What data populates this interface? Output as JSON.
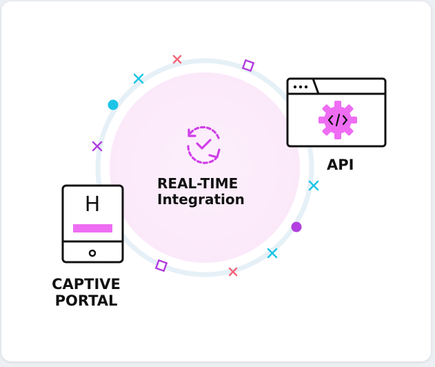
{
  "colors": {
    "ring": "#e6f0f7",
    "inner_glow": "#fcecfb",
    "accent": "#e04cf0",
    "accent_light": "#f07af5",
    "cyan": "#1bc4e6",
    "coral": "#f4677a",
    "purple": "#b23fe0",
    "dark": "#111111"
  },
  "hub": {
    "label": "REAL-TIME\nIntegration",
    "icon": "sync-check-icon"
  },
  "api": {
    "label": "API",
    "icon": "code-gear-icon",
    "window_icon": "browser-window-icon",
    "dots": "•••"
  },
  "captive_portal": {
    "label": "CAPTIVE\nPORTAL",
    "icon": "tablet-icon",
    "screen_letter": "H"
  },
  "decorations": [
    "cross-icon",
    "diamond-icon",
    "dot-icon"
  ]
}
